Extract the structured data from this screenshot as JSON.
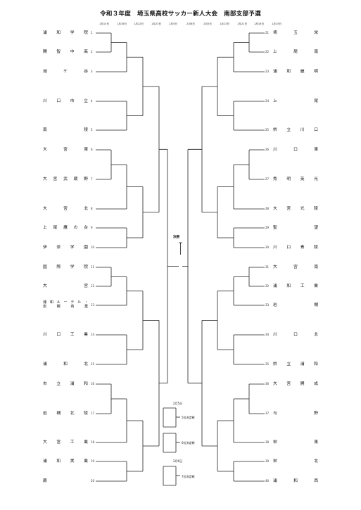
{
  "title": "令和３年度　埼玉県高校サッカー新人大会　南部支部予選",
  "dates": [
    "1月15日",
    "1月16日",
    "1月22日",
    "1月23日",
    "2月5日",
    "2月6日",
    "2月5日",
    "1月23日",
    "1月22日",
    "1月16日",
    "1月15日"
  ],
  "final_label": "決勝",
  "left_teams": [
    {
      "num": "1",
      "name": "浦和学院"
    },
    {
      "num": "2",
      "name": "開智中高"
    },
    {
      "num": "3",
      "name": "城ケ谷"
    },
    {
      "num": "4",
      "name": "川口市立"
    },
    {
      "num": "5",
      "name": "南稜"
    },
    {
      "num": "6",
      "name": "大宮東"
    },
    {
      "num": "7",
      "name": "大宮武蔵野"
    },
    {
      "num": "8",
      "name": "大宮北"
    },
    {
      "num": "9",
      "name": "上尾鷹の台"
    },
    {
      "num": "10",
      "name": "伊奈学園"
    },
    {
      "num": "11",
      "name": "国際学院"
    },
    {
      "num": "12",
      "name": "大宮"
    },
    {
      "num": "13",
      "name_line1": "浦和ルーテル・",
      "name_line2": "岩槻商業"
    },
    {
      "num": "14",
      "name": "川口工業"
    },
    {
      "num": "15",
      "name": "浦和北"
    },
    {
      "num": "16",
      "name": "市立浦和"
    },
    {
      "num": "17",
      "name": "岩槻北陵"
    },
    {
      "num": "18",
      "name": "大宮工業"
    },
    {
      "num": "19",
      "name": "浦和実業"
    },
    {
      "num": "20",
      "name": "蕨"
    }
  ],
  "right_teams": [
    {
      "num": "21",
      "name": "埼玉栄"
    },
    {
      "num": "22",
      "name": "上尾南"
    },
    {
      "num": "23",
      "name": "浦和麗明"
    },
    {
      "num": "24",
      "name": "上尾"
    },
    {
      "num": "25",
      "name": "県立川口"
    },
    {
      "num": "26",
      "name": "川口東"
    },
    {
      "num": "27",
      "name": "秀明英光"
    },
    {
      "num": "28",
      "name": "大宮光陵"
    },
    {
      "num": "29",
      "name": "聖望"
    },
    {
      "num": "30",
      "name": "川口青陵"
    },
    {
      "num": "31",
      "name": "大宮南"
    },
    {
      "num": "32",
      "name": "浦和工業"
    },
    {
      "num": "33",
      "name": "岩槻"
    },
    {
      "num": "34",
      "name": "川口北"
    },
    {
      "num": "35",
      "name": "県立浦和"
    },
    {
      "num": "36",
      "name": "大宮開成"
    },
    {
      "num": "37",
      "name": "与野"
    },
    {
      "num": "38",
      "name": "栄東"
    },
    {
      "num": "39",
      "name": "栄北"
    },
    {
      "num": "40",
      "name": "浦和西"
    }
  ],
  "placement": {
    "date_a": "2月5日",
    "label_5": "5位決定戦",
    "label_6": "6位決定戦",
    "date_b": "2月6日",
    "label_7": "7位決定戦"
  }
}
